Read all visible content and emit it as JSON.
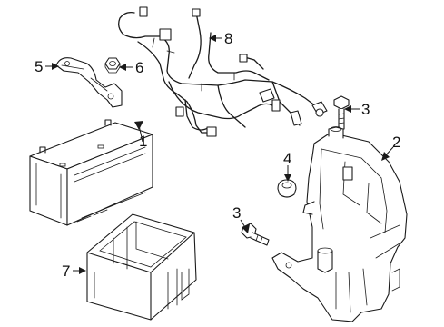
{
  "callouts": [
    {
      "id": "c1",
      "text": "1"
    },
    {
      "id": "c2",
      "text": "2"
    },
    {
      "id": "c3a",
      "text": "3"
    },
    {
      "id": "c3b",
      "text": "3"
    },
    {
      "id": "c4",
      "text": "4"
    },
    {
      "id": "c5",
      "text": "5"
    },
    {
      "id": "c6",
      "text": "6"
    },
    {
      "id": "c7",
      "text": "7"
    },
    {
      "id": "c8",
      "text": "8"
    }
  ],
  "colors": {
    "line": "#1a1a1a",
    "background": "#ffffff"
  }
}
